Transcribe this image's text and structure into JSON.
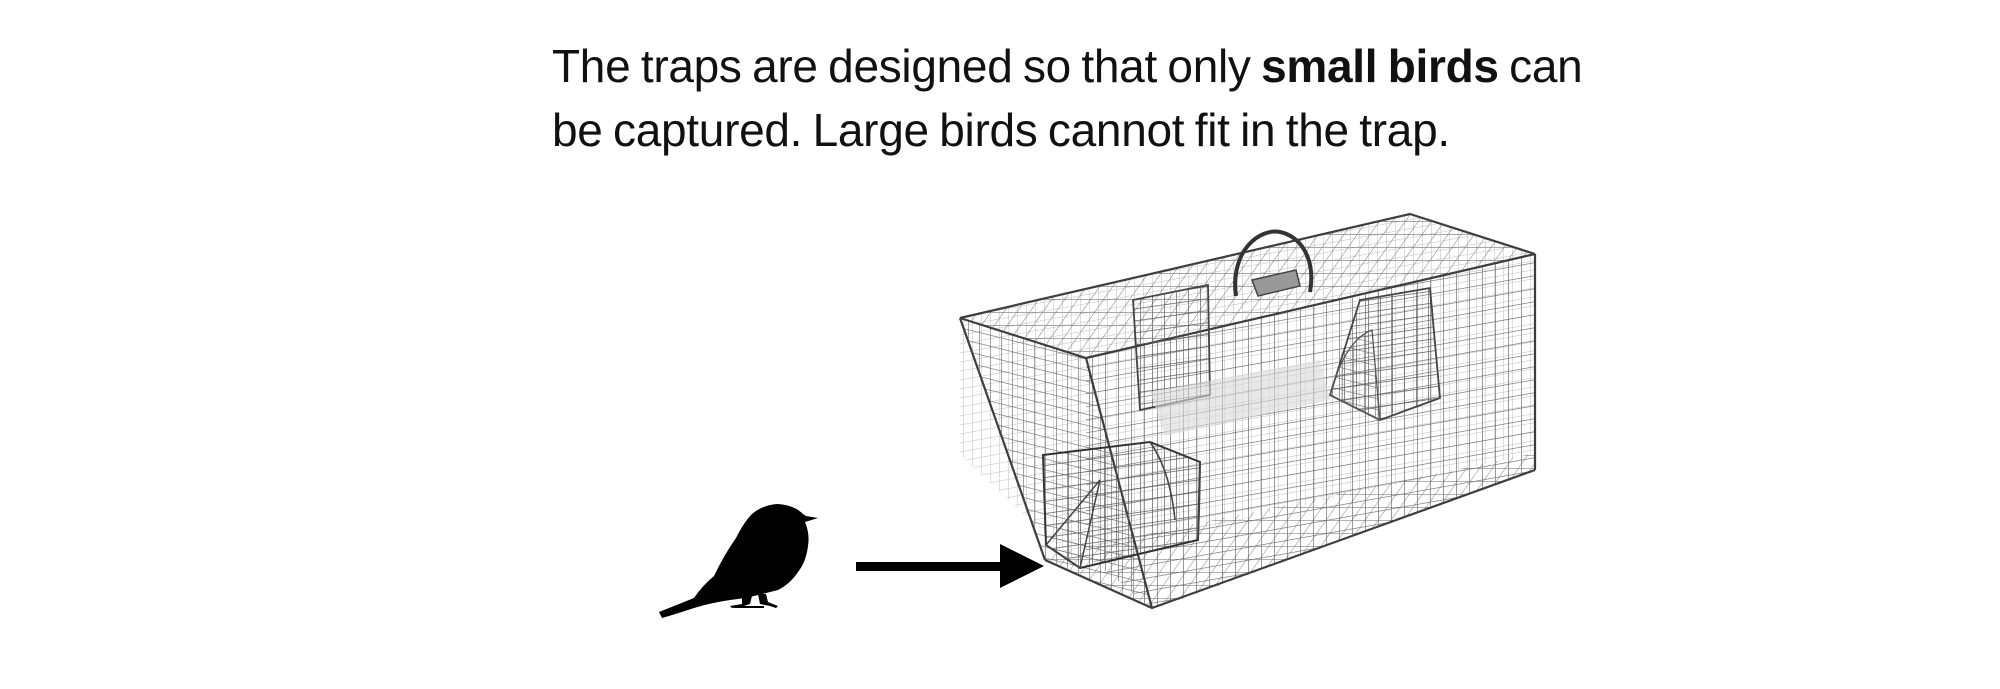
{
  "caption": {
    "line1_before": "The traps are designed so that only ",
    "line1_bold": "small birds",
    "line1_after": " can",
    "line2": "be captured. Large birds cannot fit in the trap."
  },
  "icons": {
    "bird": "bird-silhouette-icon",
    "arrow": "arrow-right-icon",
    "trap": "wire-cage-trap"
  },
  "colors": {
    "text": "#111111",
    "silhouette": "#000000",
    "wire": "#6b6b6b"
  }
}
